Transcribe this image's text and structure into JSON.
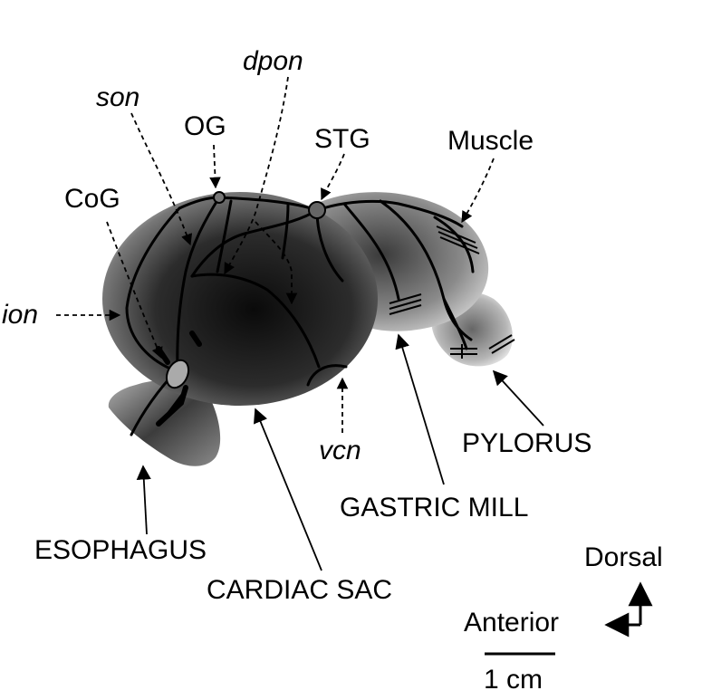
{
  "labels": {
    "dpon": "dpon",
    "son": "son",
    "og": "OG",
    "stg": "STG",
    "muscle": "Muscle",
    "cog": "CoG",
    "ion": "ion",
    "vcn": "vcn",
    "pylorus": "PYLORUS",
    "gastric_mill": "GASTRIC MILL",
    "esophagus": "ESOPHAGUS",
    "cardiac_sac": "CARDIAC SAC",
    "dorsal": "Dorsal",
    "anterior": "Anterior",
    "scale": "1 cm"
  }
}
